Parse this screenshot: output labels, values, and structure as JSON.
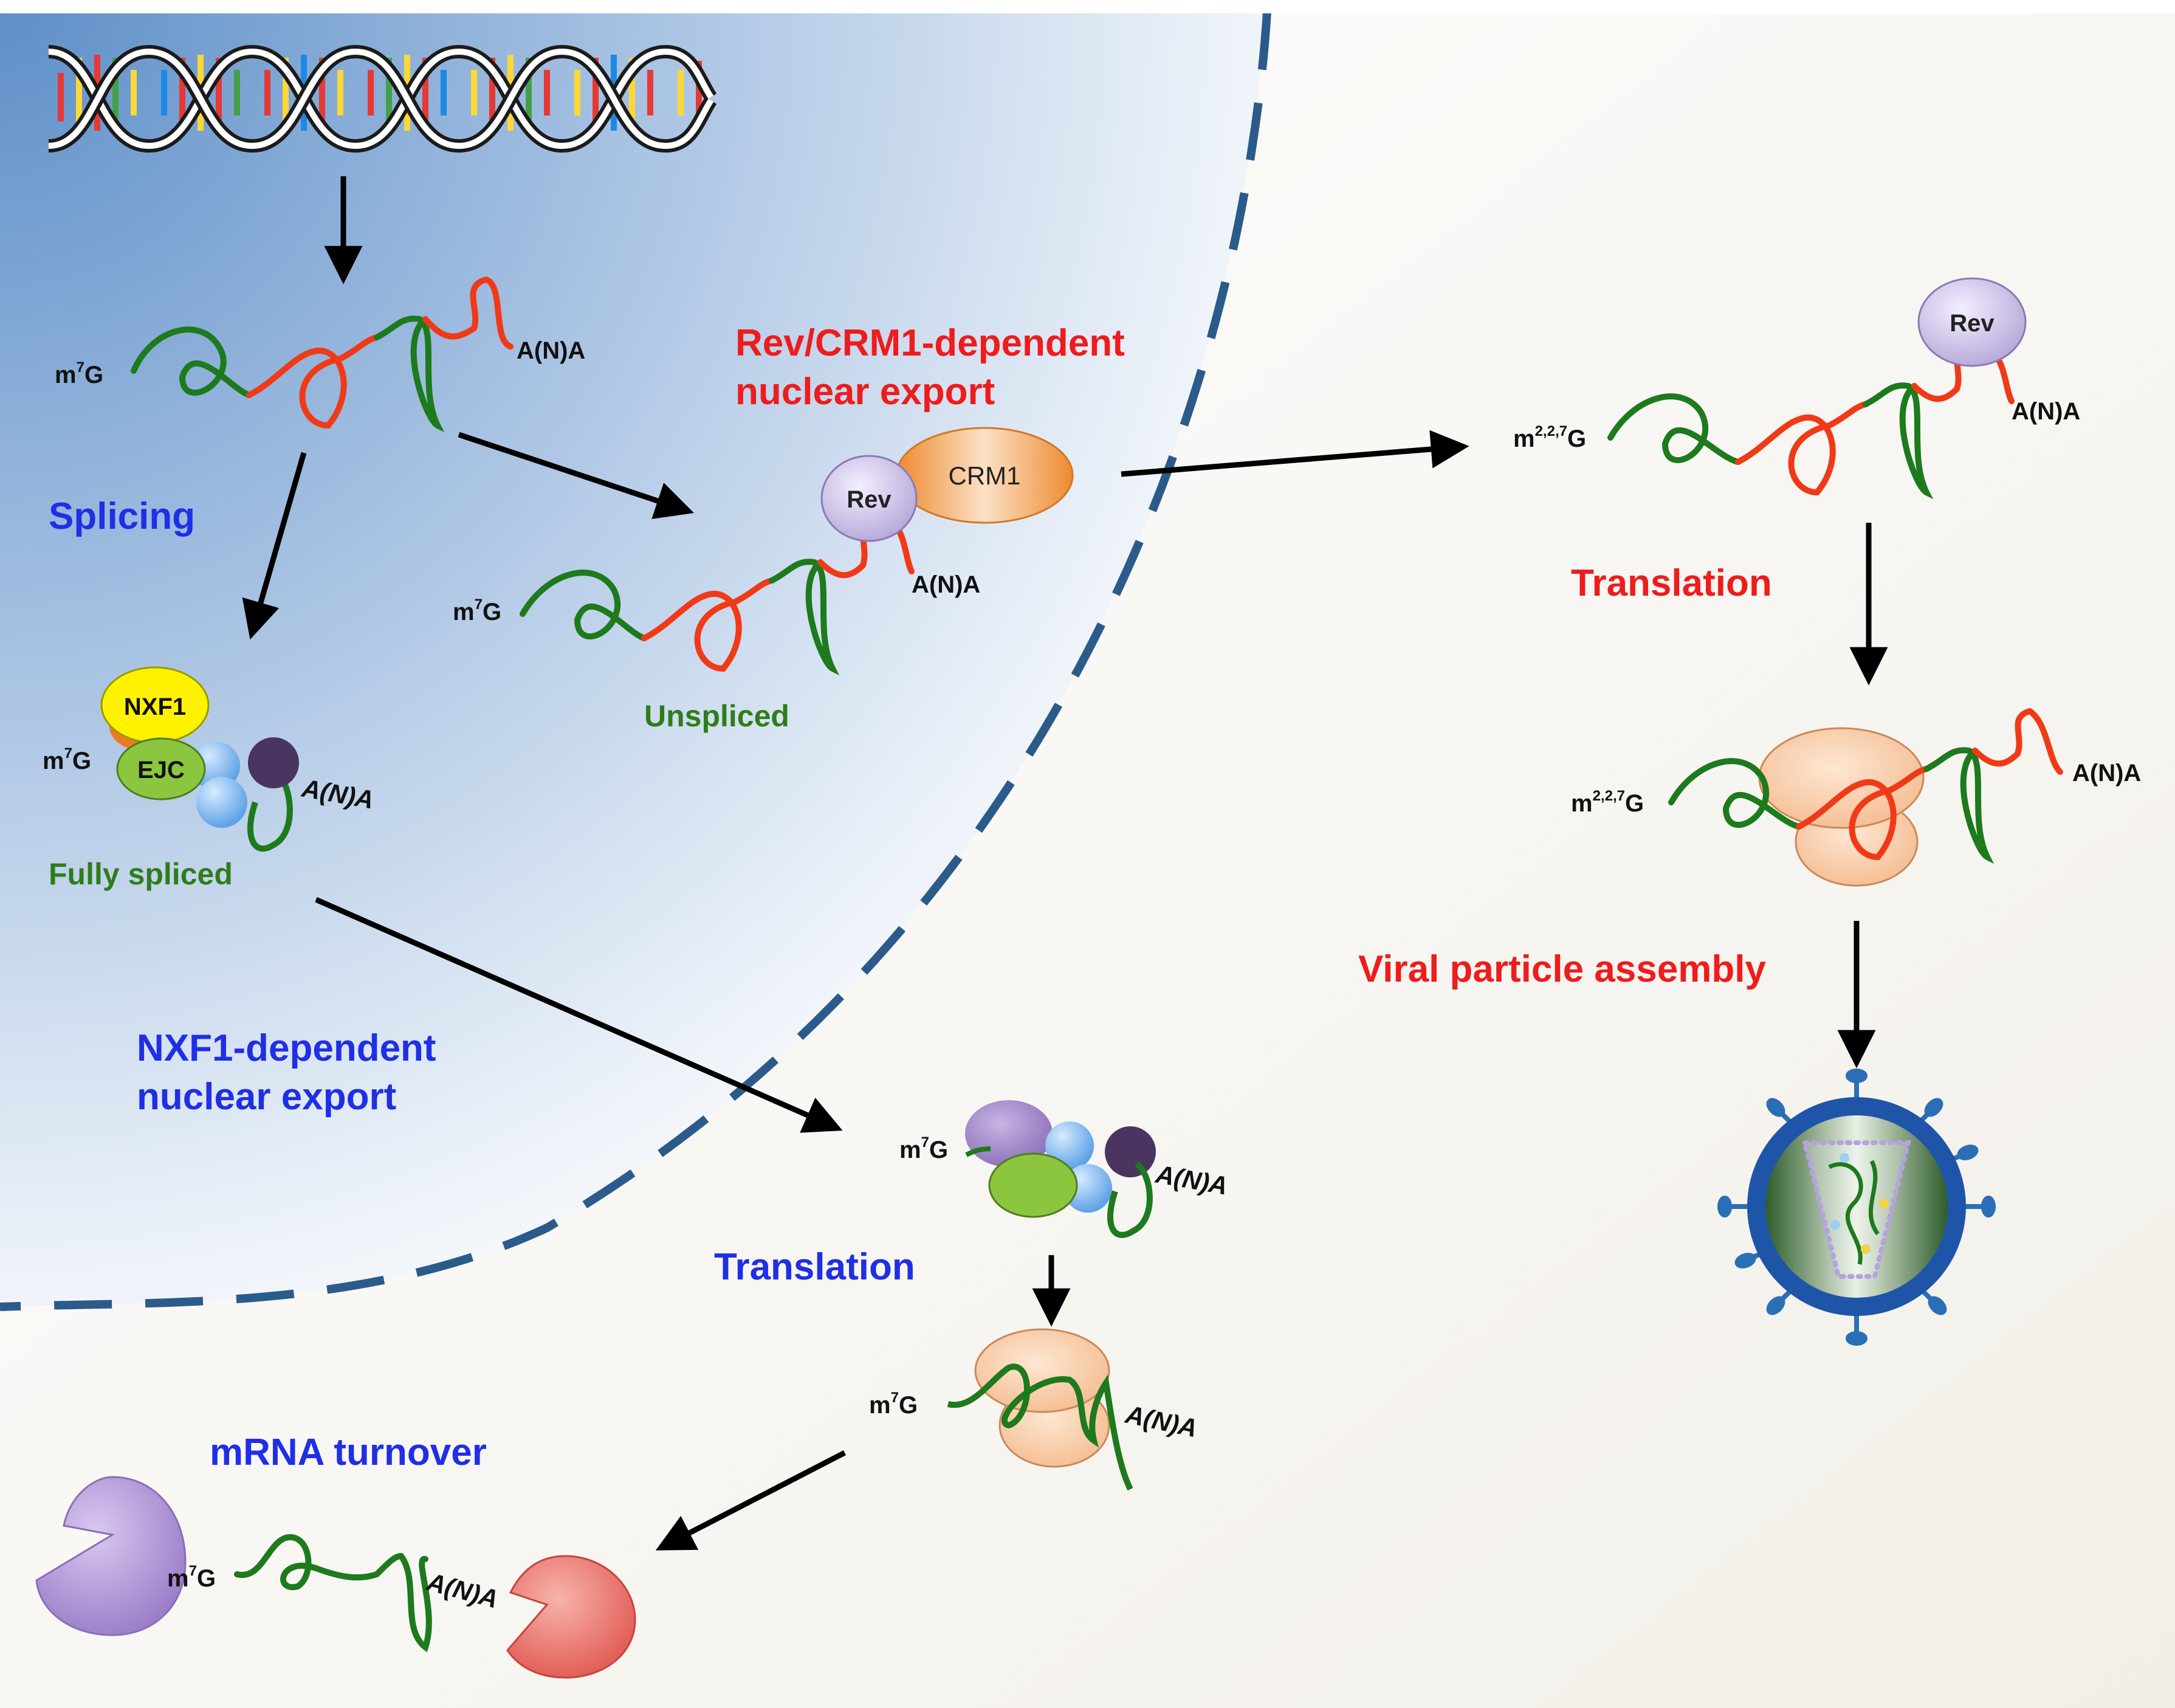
{
  "labels": {
    "splicing": "Splicing",
    "rev_export_line1": "Rev/CRM1-dependent",
    "rev_export_line2": "nuclear export",
    "unspliced": "Unspliced",
    "fully_spliced": "Fully spliced",
    "nxf1_export_line1": "NXF1-dependent",
    "nxf1_export_line2": "nuclear export",
    "translation_cyto": "Translation",
    "translation_viral": "Translation",
    "viral_assembly": "Viral particle assembly",
    "mrna_turnover": "mRNA turnover"
  },
  "proteins": {
    "rev": "Rev",
    "crm1": "CRM1",
    "nxf1": "NXF1",
    "ejc": "EJC"
  },
  "caps": {
    "m7g_base": "m",
    "m7g_sup": "7",
    "m7g_g": "G",
    "tmg_base": "m",
    "tmg_sup": "2,2,7",
    "tmg_g": "G"
  },
  "tail": "A(N)A",
  "colors": {
    "blue_label": "#1f2fe6",
    "red_label": "#ee1c1c",
    "green_label": "#2e7d1a",
    "rna_green": "#1d7a1d",
    "rna_red": "#f03a17",
    "membrane": "#2b5b8a",
    "nucleus_bg": "#7ea7d4"
  }
}
